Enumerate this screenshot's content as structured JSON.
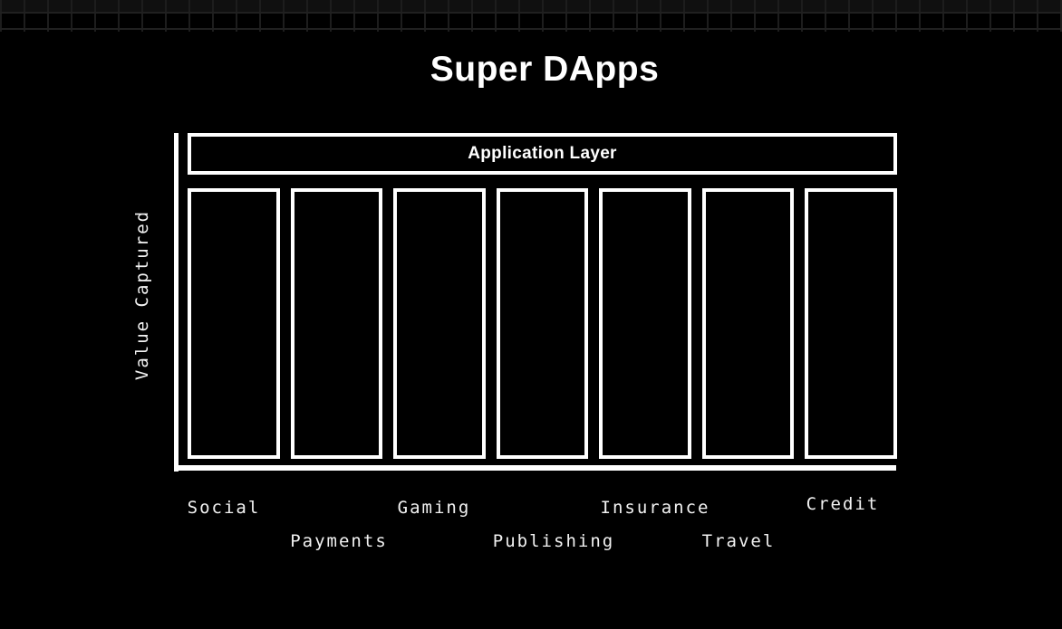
{
  "title": {
    "text": "Super DApps"
  },
  "diagram": {
    "application_layer": {
      "label": "Application Layer"
    },
    "y_axis": {
      "label": "Value Captured"
    },
    "categories": [
      "Social",
      "Payments",
      "Gaming",
      "Publishing",
      "Insurance",
      "Travel",
      "Credit"
    ],
    "columns_count": 7
  },
  "colors": {
    "background": "#000000",
    "foreground": "#ffffff",
    "texture_line": "#1d1d1d"
  }
}
